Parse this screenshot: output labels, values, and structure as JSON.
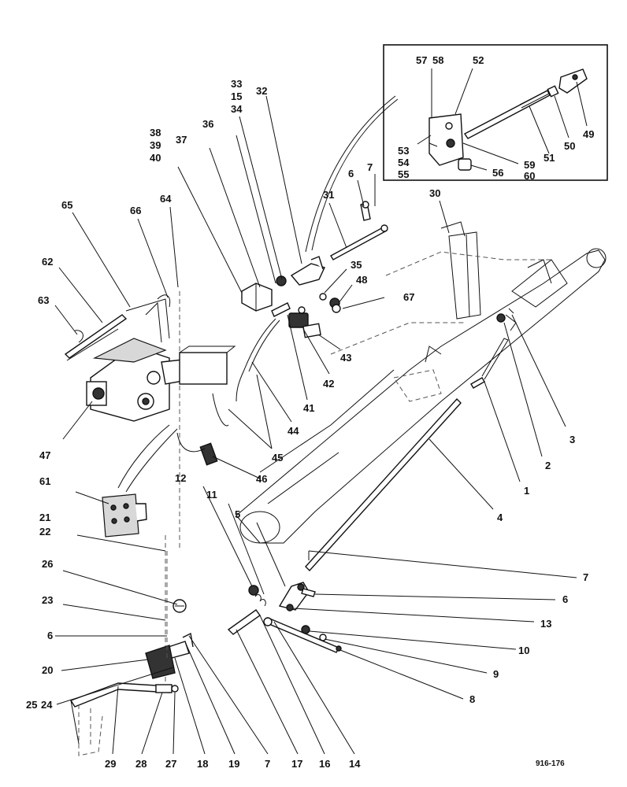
{
  "figure_code": "916-176",
  "callouts": [
    {
      "id": "c57",
      "text": "57"
    },
    {
      "id": "c58",
      "text": "58"
    },
    {
      "id": "c52",
      "text": "52"
    },
    {
      "id": "c53",
      "text": "53"
    },
    {
      "id": "c54",
      "text": "54"
    },
    {
      "id": "c55",
      "text": "55"
    },
    {
      "id": "c56",
      "text": "56"
    },
    {
      "id": "c59",
      "text": "59"
    },
    {
      "id": "c60",
      "text": "60"
    },
    {
      "id": "c51",
      "text": "51"
    },
    {
      "id": "c50",
      "text": "50"
    },
    {
      "id": "c49",
      "text": "49"
    },
    {
      "id": "c33",
      "text": "33"
    },
    {
      "id": "c15",
      "text": "15"
    },
    {
      "id": "c34",
      "text": "34"
    },
    {
      "id": "c32",
      "text": "32"
    },
    {
      "id": "c38",
      "text": "38"
    },
    {
      "id": "c39",
      "text": "39"
    },
    {
      "id": "c40",
      "text": "40"
    },
    {
      "id": "c37",
      "text": "37"
    },
    {
      "id": "c36",
      "text": "36"
    },
    {
      "id": "c6a",
      "text": "6"
    },
    {
      "id": "c7a",
      "text": "7"
    },
    {
      "id": "c31",
      "text": "31"
    },
    {
      "id": "c30",
      "text": "30"
    },
    {
      "id": "c64",
      "text": "64"
    },
    {
      "id": "c66",
      "text": "66"
    },
    {
      "id": "c65",
      "text": "65"
    },
    {
      "id": "c62",
      "text": "62"
    },
    {
      "id": "c63",
      "text": "63"
    },
    {
      "id": "c35",
      "text": "35"
    },
    {
      "id": "c48",
      "text": "48"
    },
    {
      "id": "c67",
      "text": "67"
    },
    {
      "id": "c43",
      "text": "43"
    },
    {
      "id": "c42",
      "text": "42"
    },
    {
      "id": "c41",
      "text": "41"
    },
    {
      "id": "c44",
      "text": "44"
    },
    {
      "id": "c45",
      "text": "45"
    },
    {
      "id": "c46",
      "text": "46"
    },
    {
      "id": "c47",
      "text": "47"
    },
    {
      "id": "c3",
      "text": "3"
    },
    {
      "id": "c2",
      "text": "2"
    },
    {
      "id": "c1",
      "text": "1"
    },
    {
      "id": "c4",
      "text": "4"
    },
    {
      "id": "c61",
      "text": "61"
    },
    {
      "id": "c21",
      "text": "21"
    },
    {
      "id": "c22",
      "text": "22"
    },
    {
      "id": "c12",
      "text": "12"
    },
    {
      "id": "c11",
      "text": "11"
    },
    {
      "id": "c5",
      "text": "5"
    },
    {
      "id": "c7b",
      "text": "7"
    },
    {
      "id": "c26",
      "text": "26"
    },
    {
      "id": "c6b",
      "text": "6"
    },
    {
      "id": "c23",
      "text": "23"
    },
    {
      "id": "c13",
      "text": "13"
    },
    {
      "id": "c6c",
      "text": "6"
    },
    {
      "id": "c10",
      "text": "10"
    },
    {
      "id": "c9",
      "text": "9"
    },
    {
      "id": "c20",
      "text": "20"
    },
    {
      "id": "c8",
      "text": "8"
    },
    {
      "id": "c25",
      "text": "25"
    },
    {
      "id": "c24",
      "text": "24"
    },
    {
      "id": "c29",
      "text": "29"
    },
    {
      "id": "c28",
      "text": "28"
    },
    {
      "id": "c27",
      "text": "27"
    },
    {
      "id": "c18",
      "text": "18"
    },
    {
      "id": "c19",
      "text": "19"
    },
    {
      "id": "c7c",
      "text": "7"
    },
    {
      "id": "c17",
      "text": "17"
    },
    {
      "id": "c16",
      "text": "16"
    },
    {
      "id": "c14",
      "text": "14"
    }
  ]
}
